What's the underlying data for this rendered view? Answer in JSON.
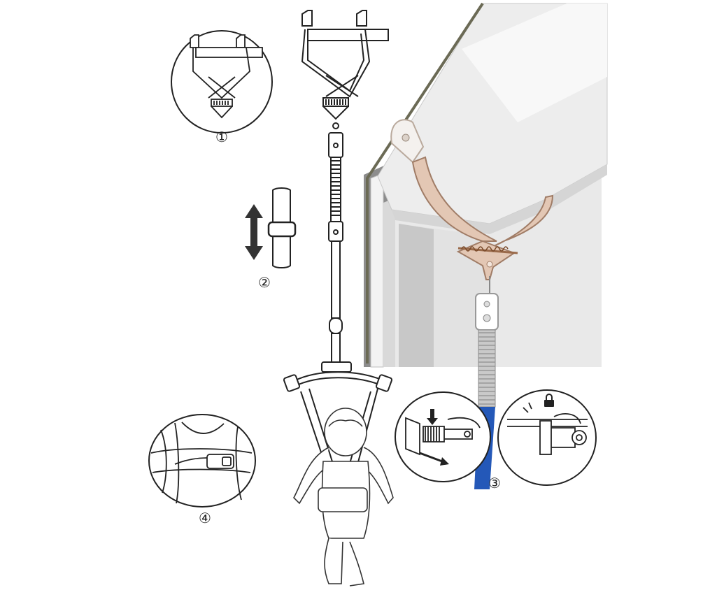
{
  "steps": [
    {
      "id": 1,
      "marker": "①",
      "content": "door-clamp-hook-detail"
    },
    {
      "id": 2,
      "marker": "②",
      "content": "strap-adjust-detail"
    },
    {
      "id": 3,
      "marker": "③",
      "content": "pin-lock-detail"
    },
    {
      "id": 4,
      "marker": "④",
      "content": "waist-belt-buckle-detail"
    }
  ],
  "colors": {
    "line": "#222222",
    "clamp": "#e3c7b4",
    "clamp_stroke": "#a07c66",
    "door_frame": "#e8e8e8",
    "door_shadow": "#8d8d8d",
    "strap_blue": "#2458b8",
    "spring": "#9a9a9a"
  },
  "icons": [
    "double-arrow-icon",
    "lock-icon",
    "arrow-icon"
  ]
}
